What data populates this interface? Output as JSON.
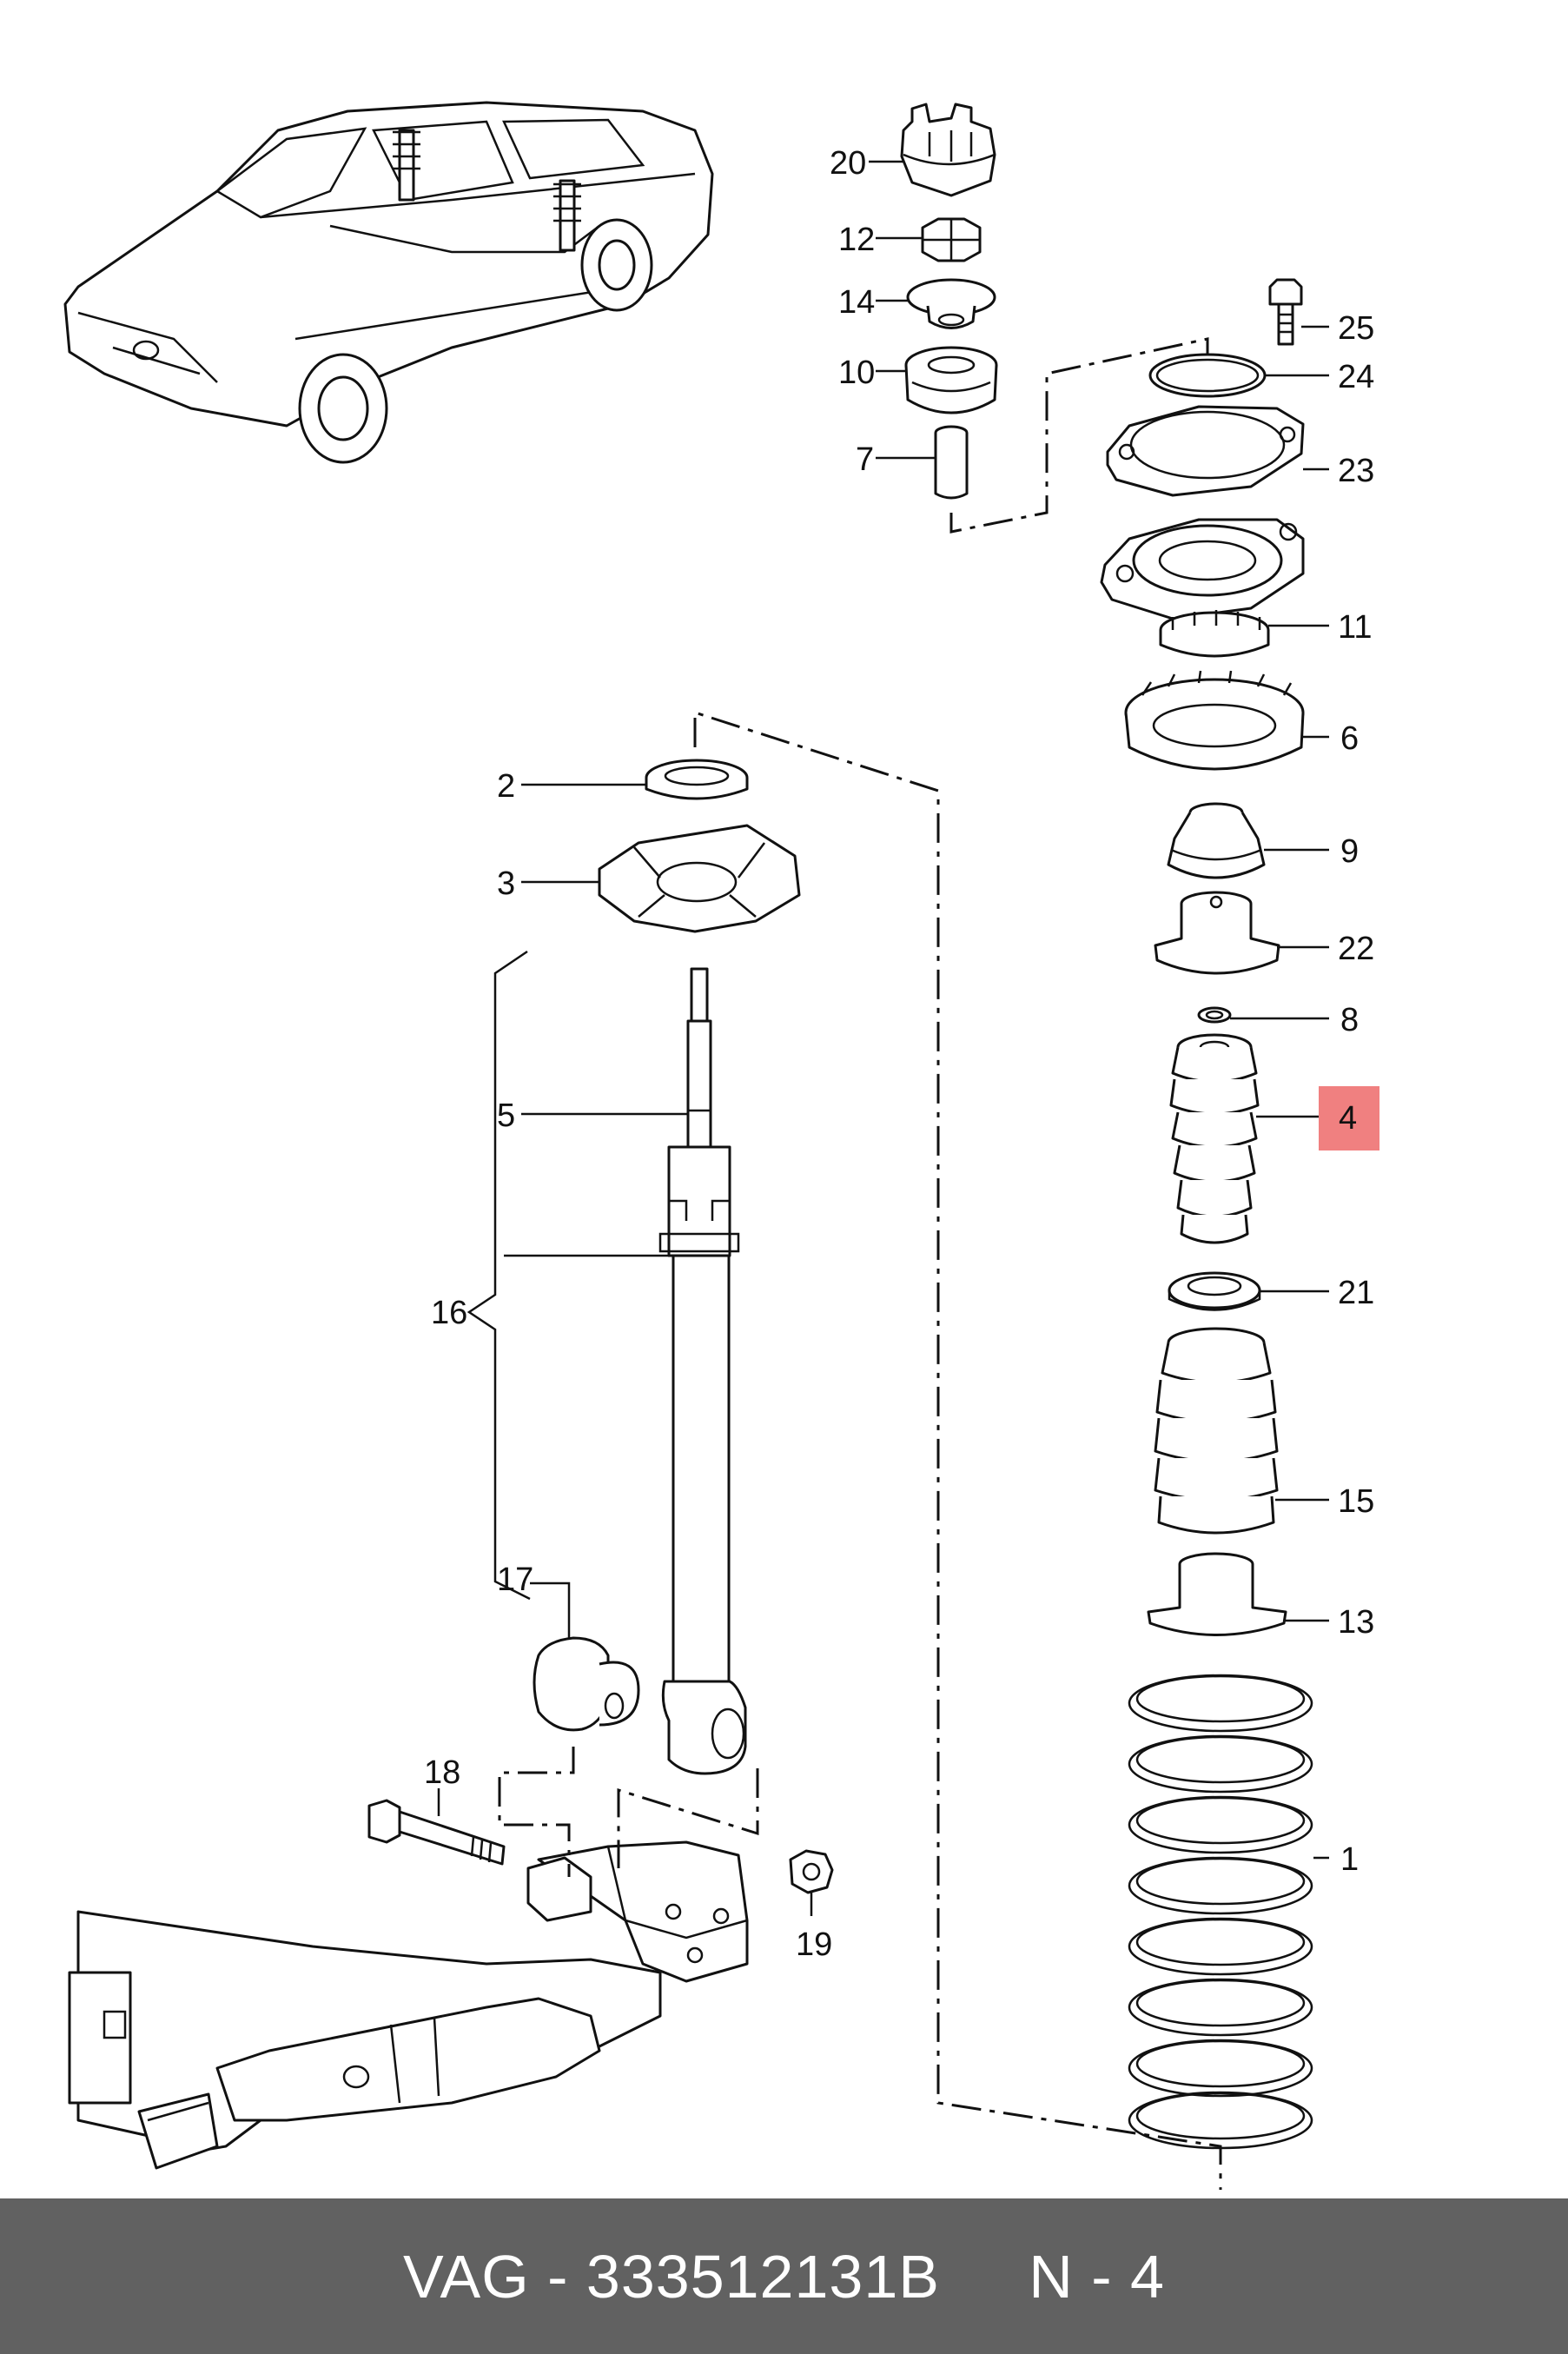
{
  "footer": {
    "brand": "VAG",
    "separator": " - ",
    "part_number": "333512131B",
    "position_label": "N - 4"
  },
  "highlight_color": "#f08080",
  "footer_color": "#616161",
  "callouts": {
    "c1": "1",
    "c2": "2",
    "c3": "3",
    "c4": "4",
    "c5": "5",
    "c6": "6",
    "c7": "7",
    "c8": "8",
    "c9": "9",
    "c10": "10",
    "c11": "11",
    "c12": "12",
    "c13": "13",
    "c14": "14",
    "c15": "15",
    "c16": "16",
    "c17": "17",
    "c18": "18",
    "c19": "19",
    "c20": "20",
    "c21": "21",
    "c22": "22",
    "c23": "23",
    "c24": "24",
    "c25": "25"
  }
}
